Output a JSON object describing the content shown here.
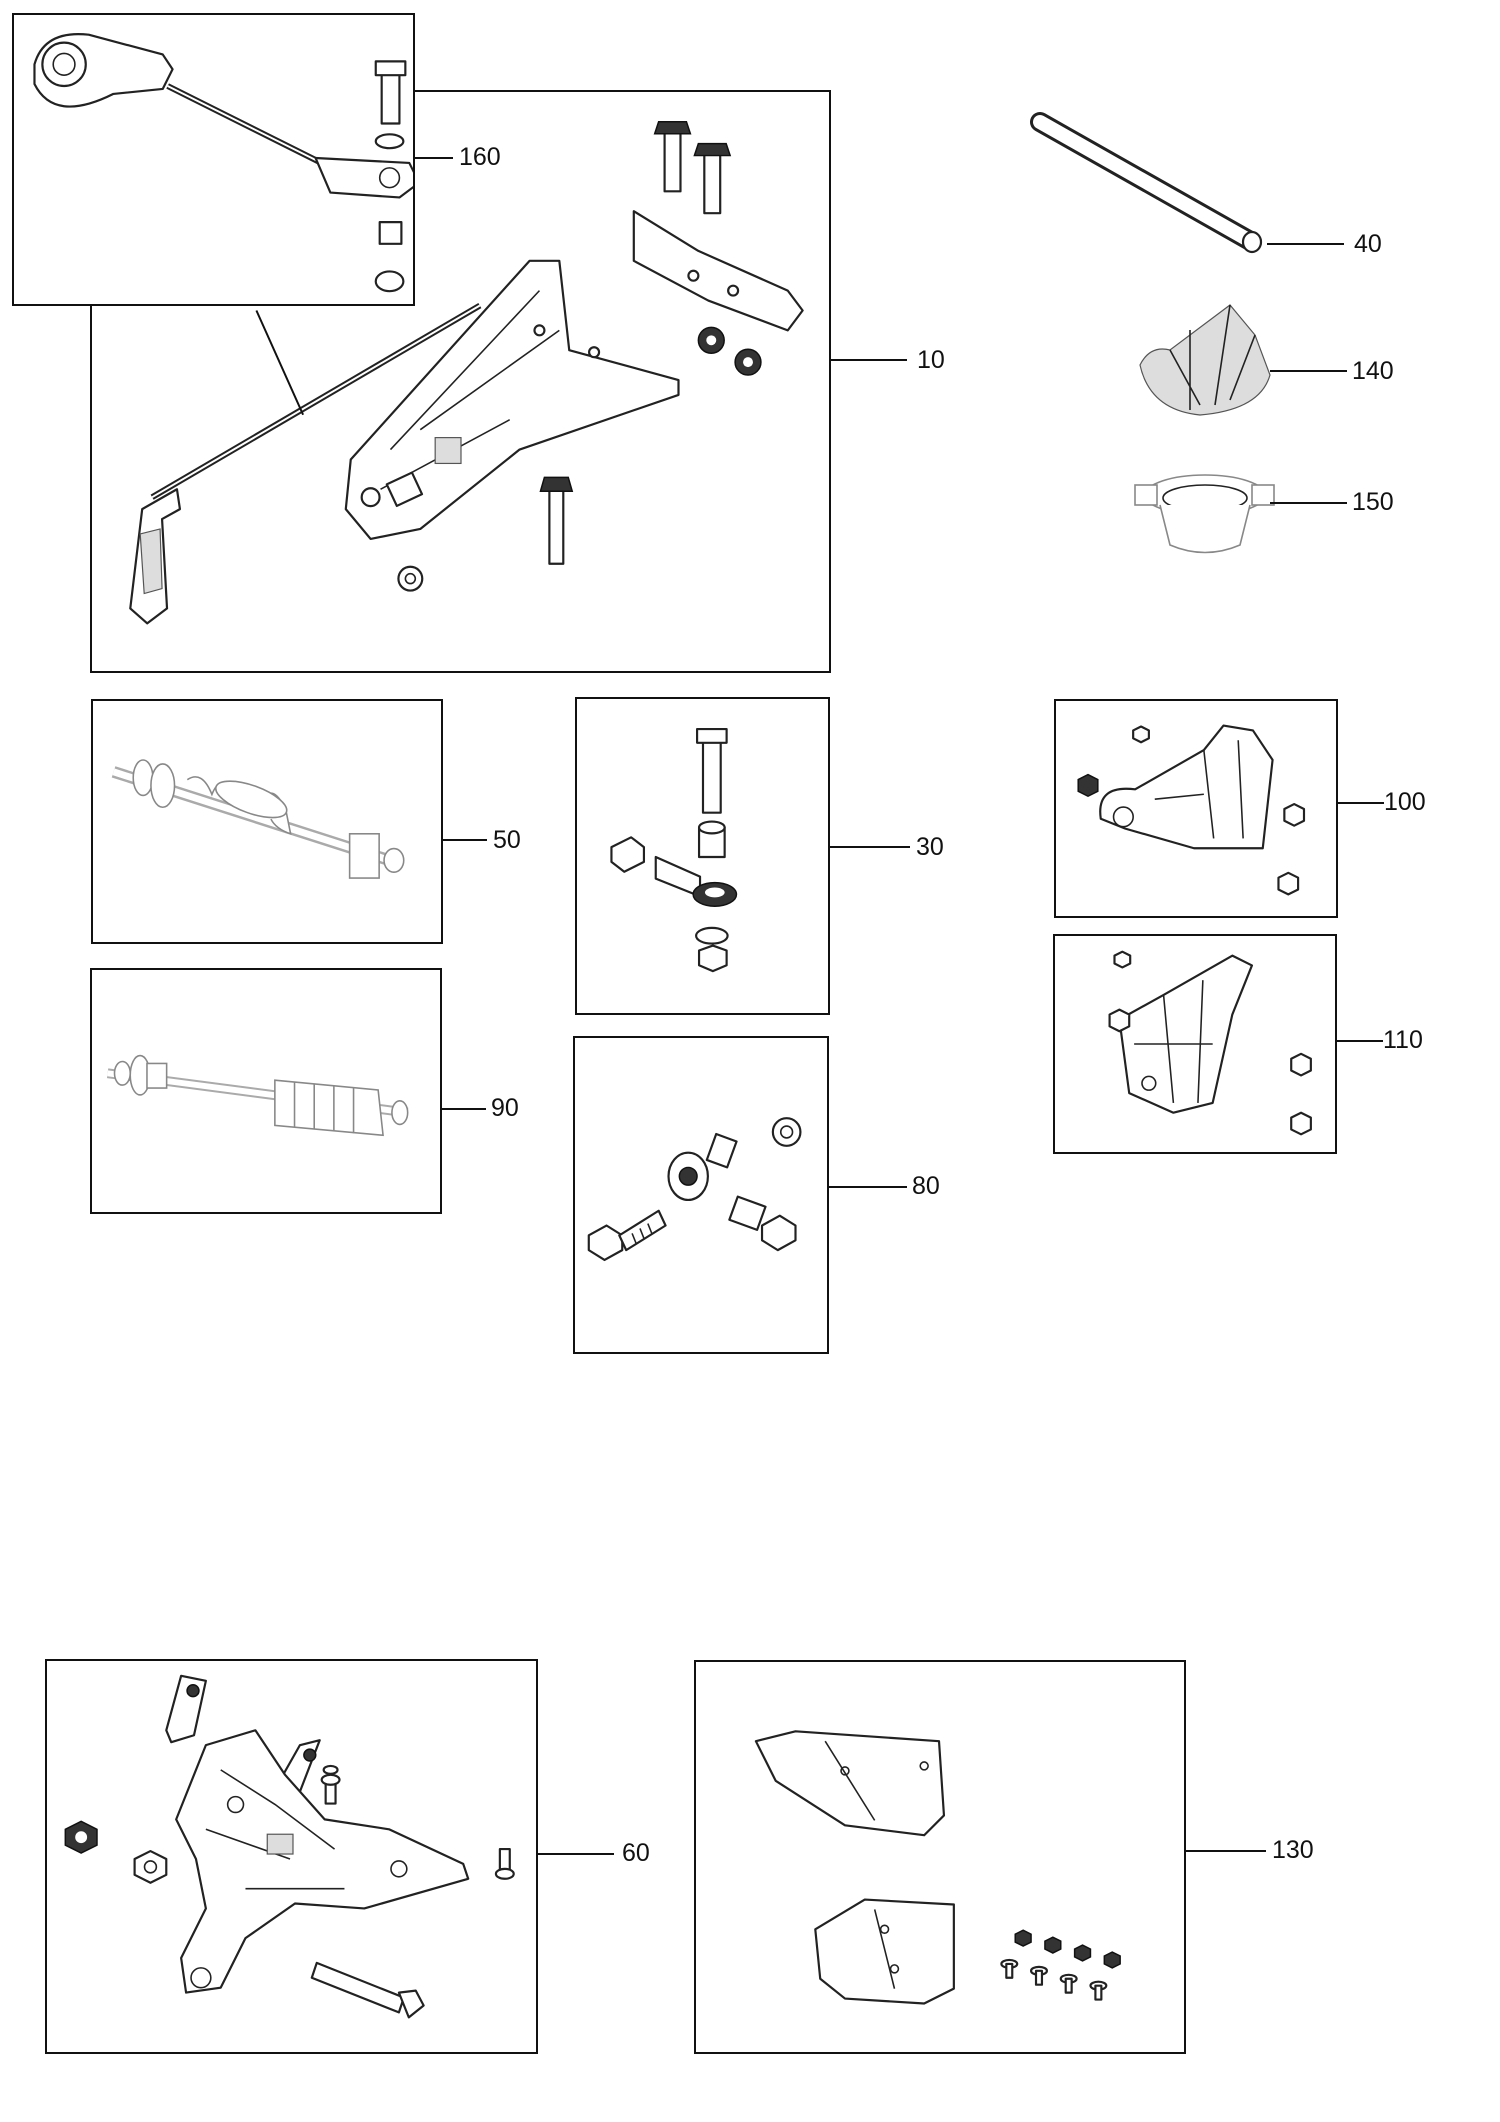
{
  "callouts": {
    "c10": "10",
    "c30": "30",
    "c40": "40",
    "c50": "50",
    "c60": "60",
    "c80": "80",
    "c90": "90",
    "c100": "100",
    "c110": "110",
    "c130": "130",
    "c140": "140",
    "c150": "150",
    "c160": "160"
  },
  "colors": {
    "line": "#111111",
    "background": "#ffffff"
  }
}
